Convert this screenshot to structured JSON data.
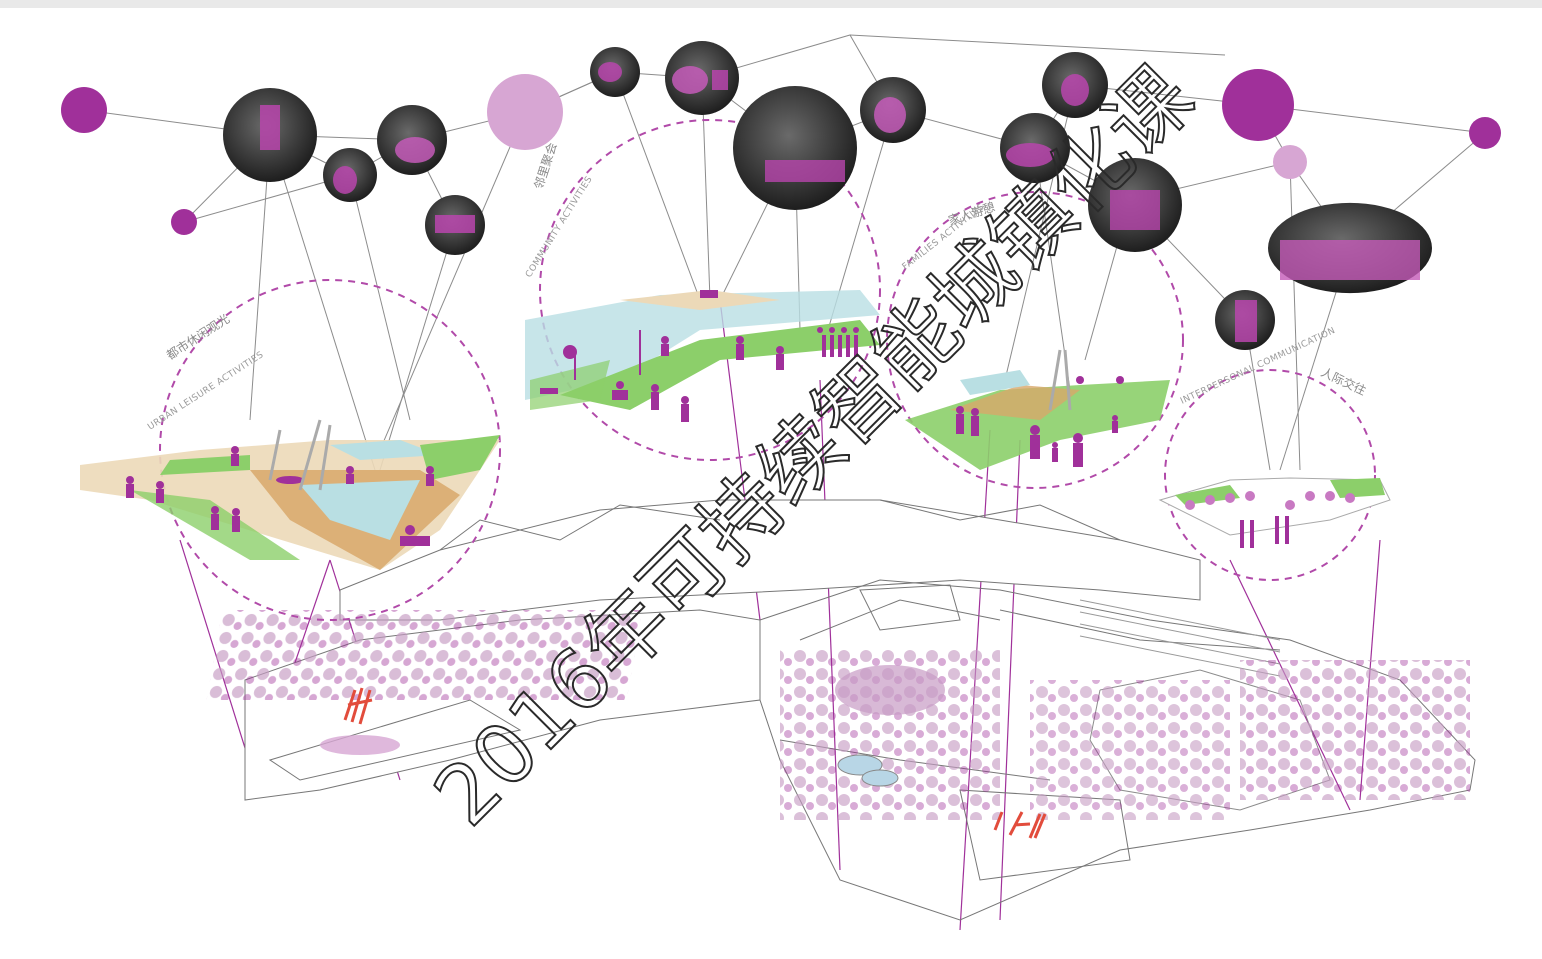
{
  "diagram": {
    "zones": [
      {
        "cn": "都市休闲观光",
        "en": "URBAN LEISURE ACTIVITIES"
      },
      {
        "cn": "邻里聚会",
        "en": "COMMUNITY ACTIVITIES"
      },
      {
        "cn": "家人游憩",
        "en": "FAMILIES ACTIVITIES"
      },
      {
        "cn": "人际交往",
        "en": "INTERPERSONAL COMMUNICATION"
      }
    ],
    "watermark": "2016年可持续智能城镇化课",
    "colors": {
      "accent": "#a0309a",
      "accent_light": "#d7a6d3",
      "line": "#8c8c8c",
      "dash": "#b14aa9",
      "photo": "#3a3a3a",
      "grass": "#8ccf6a",
      "wood": "#d8a86a",
      "water": "#b9dfe3",
      "red_mark": "#e24c3c"
    }
  }
}
